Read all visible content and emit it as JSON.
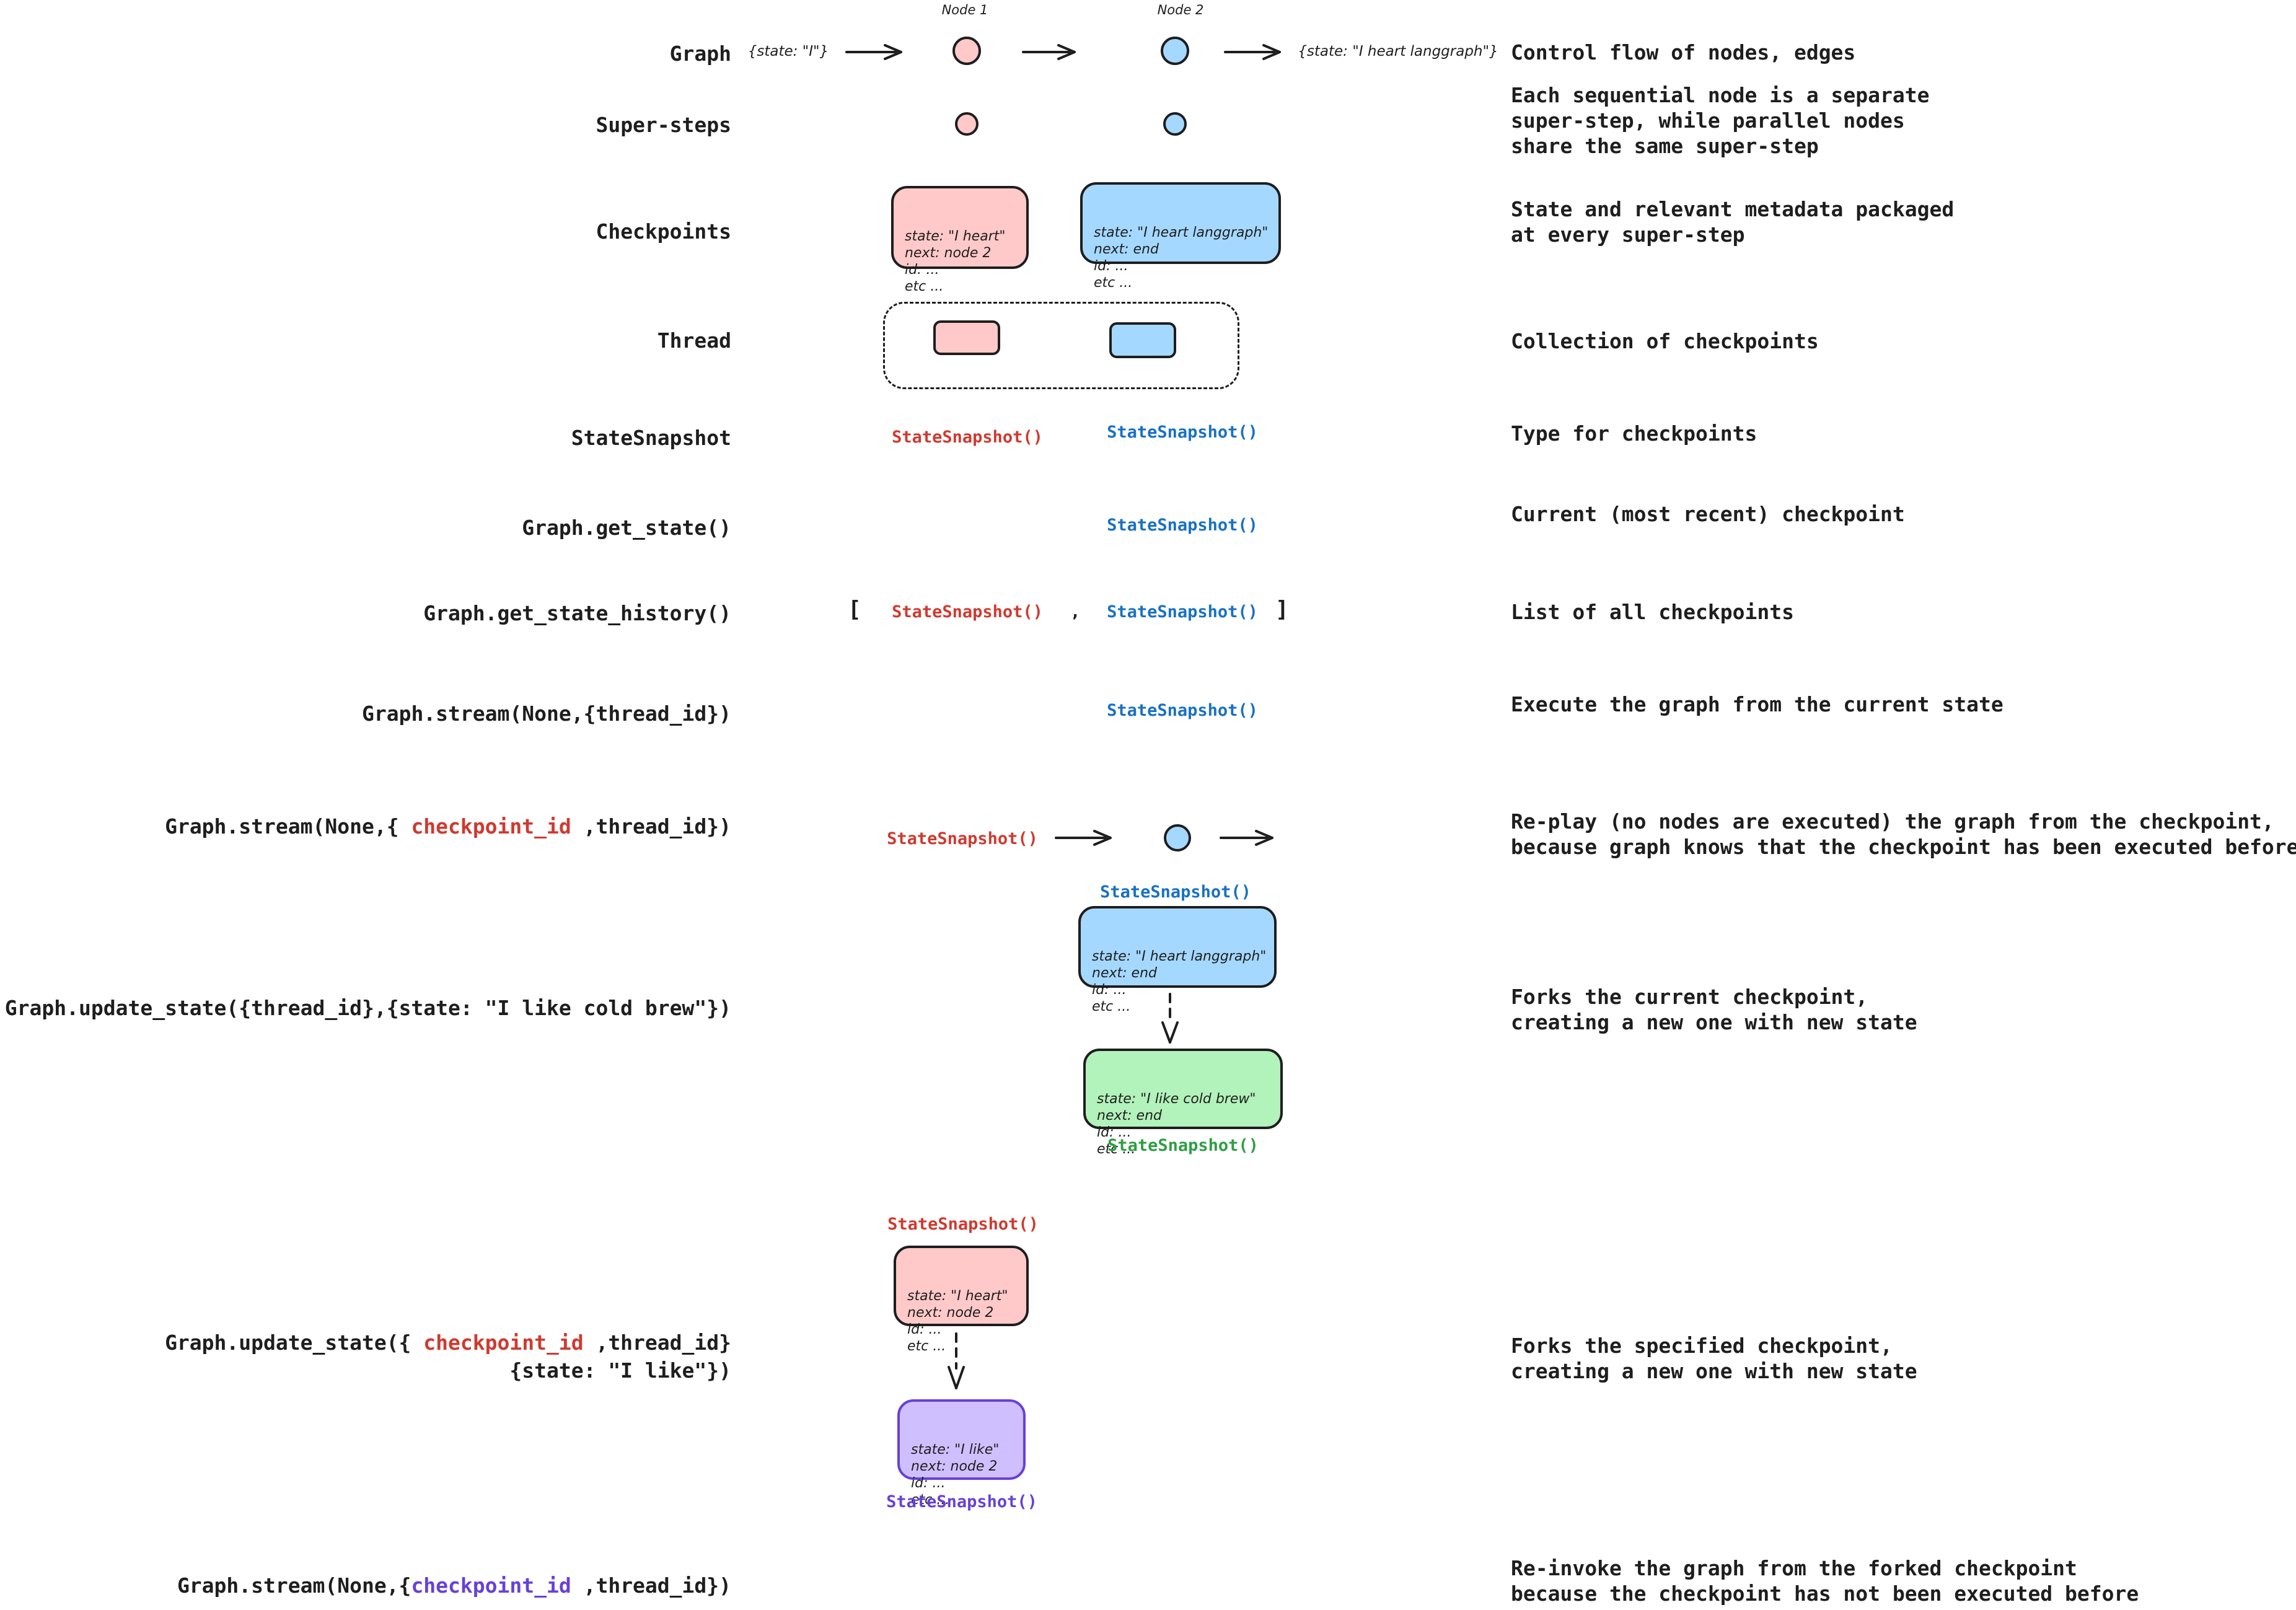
{
  "colors": {
    "ink": "#1e1e1e",
    "pink": "#FFC9C9",
    "blue": "#A5D8FF",
    "green": "#B2F2BB",
    "purple": "#D0BFFF",
    "red_text": "#cf3a30",
    "blue_text": "#1971c2",
    "green_text": "#2f9e44",
    "purple_text": "#6741d9"
  },
  "snapshot": "StateSnapshot()",
  "rows": {
    "graph": {
      "label": "Graph",
      "node1": "Node 1",
      "node2": "Node 2",
      "input_state": "{state: \"I\"}",
      "output_state": "{state: \"I heart langgraph\"}",
      "desc": "Control flow of nodes, edges"
    },
    "supersteps": {
      "label": "Super-steps",
      "desc_lines": [
        "Each sequential node is a separate",
        "super-step, while parallel nodes",
        "share the same super-step"
      ]
    },
    "checkpoints": {
      "label": "Checkpoints",
      "pink_box": [
        "state: \"I heart\"",
        "next: node 2",
        "id: ...",
        "etc ..."
      ],
      "blue_box": [
        "state: \"I heart langgraph\"",
        "next: end",
        "id: ...",
        "etc ..."
      ],
      "desc_lines": [
        "State and relevant metadata packaged",
        "at every super-step"
      ]
    },
    "thread": {
      "label": "Thread",
      "desc": "Collection of checkpoints"
    },
    "statesnapshot": {
      "label": "StateSnapshot",
      "desc": "Type for checkpoints"
    },
    "get_state": {
      "label": "Graph.get_state()",
      "desc": "Current (most recent) checkpoint"
    },
    "get_state_history": {
      "label": "Graph.get_state_history()",
      "bracket_open": "[",
      "comma": ",",
      "bracket_close": "]",
      "desc": "List of all checkpoints"
    },
    "stream_thread": {
      "label": "Graph.stream(None,{thread_id})",
      "desc": "Execute the graph from the current state"
    },
    "stream_checkpoint": {
      "label_pre": "Graph.stream(None,{ ",
      "label_red": "checkpoint_id",
      "label_post": " ,thread_id})",
      "desc_lines": [
        "Re-play (no nodes are executed) the graph from the checkpoint,",
        "because graph knows that the checkpoint has been executed before"
      ]
    },
    "update_state_thread": {
      "label": "Graph.update_state({thread_id},{state: \"I like cold brew\"})",
      "blue_box": [
        "state: \"I heart langgraph\"",
        "next: end",
        "id: ...",
        "etc ..."
      ],
      "green_box": [
        "state: \"I like cold brew\"",
        "next: end",
        "id: ...",
        "etc ..."
      ],
      "desc_lines": [
        "Forks the current checkpoint,",
        "creating a new one with new state"
      ]
    },
    "update_state_checkpoint": {
      "label_pre": "Graph.update_state({ ",
      "label_red": "checkpoint_id",
      "label_post": " ,thread_id}",
      "label_line2": "{state: \"I like\"})",
      "pink_box": [
        "state: \"I heart\"",
        "next: node 2",
        "id: ...",
        "etc ..."
      ],
      "purple_box": [
        "state: \"I like\"",
        "next: node 2",
        "id: ...",
        "etc ..."
      ],
      "desc_lines": [
        "Forks the specified checkpoint,",
        "creating a new one with new state"
      ]
    },
    "stream_forked": {
      "label_pre": "Graph.stream(None,{",
      "label_purple": "checkpoint_id",
      "label_post": " ,thread_id})",
      "desc_lines": [
        "Re-invoke the graph from the forked checkpoint",
        "because the checkpoint has not been executed before"
      ]
    }
  }
}
